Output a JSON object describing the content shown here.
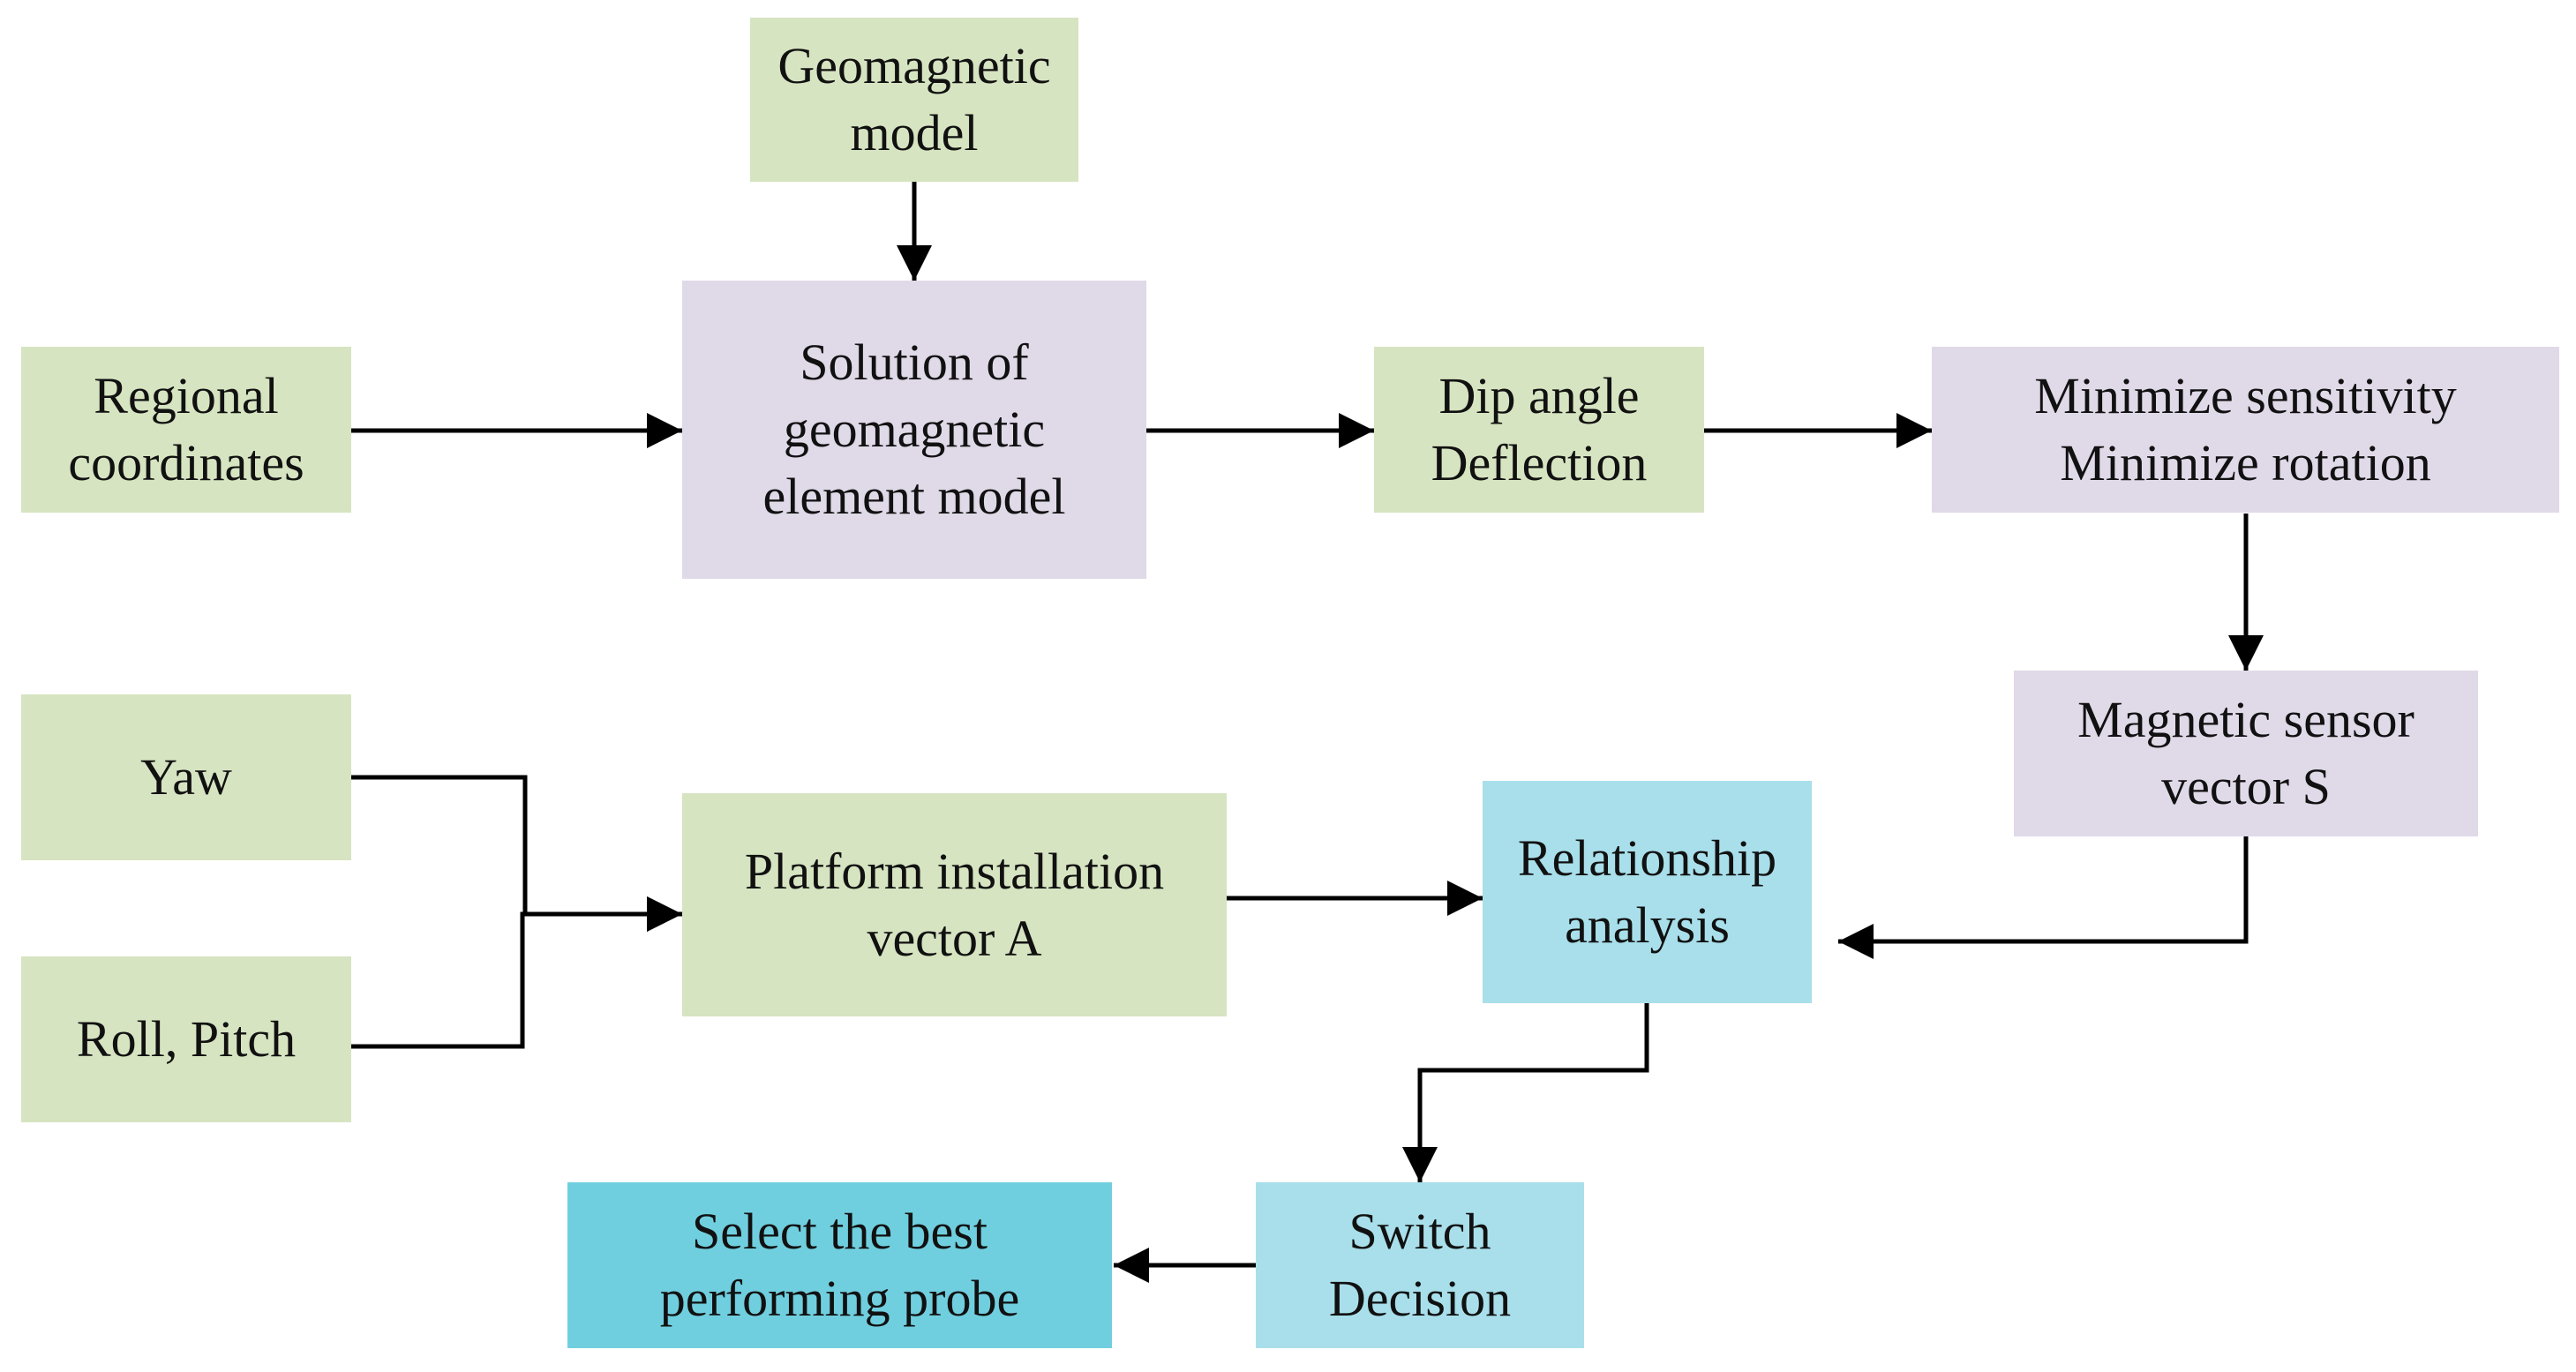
{
  "diagram": {
    "nodes": {
      "geomagnetic_model": {
        "lines": [
          "Geomagnetic",
          "model"
        ],
        "color": "#d6e4c1"
      },
      "solution": {
        "lines": [
          "Solution of",
          "geomagnetic",
          "element model"
        ],
        "color": "#e0d9e8"
      },
      "regional": {
        "lines": [
          "Regional",
          "coordinates"
        ],
        "color": "#d6e4c1"
      },
      "dip": {
        "lines": [
          "Dip angle",
          "Deflection"
        ],
        "color": "#d6e4c1"
      },
      "minimize": {
        "lines": [
          "Minimize sensitivity",
          "Minimize rotation"
        ],
        "color": "#e0d9e8"
      },
      "magnetic": {
        "lines": [
          "Magnetic sensor",
          "vector S"
        ],
        "color": "#e0d9e8"
      },
      "yaw": {
        "lines": [
          "Yaw"
        ],
        "color": "#d6e4c1"
      },
      "roll": {
        "lines": [
          "Roll, Pitch"
        ],
        "color": "#d6e4c1"
      },
      "platform": {
        "lines": [
          "Platform installation",
          "vector A"
        ],
        "color": "#d6e4c1"
      },
      "relationship": {
        "lines": [
          "Relationship",
          "analysis"
        ],
        "color": "#a8dfea"
      },
      "switch": {
        "lines": [
          "Switch",
          "Decision"
        ],
        "color": "#a8dfea"
      },
      "select": {
        "lines": [
          "Select the best",
          "performing probe"
        ],
        "color": "#70cfdf"
      }
    },
    "edges": [
      {
        "from": "geomagnetic_model",
        "to": "solution"
      },
      {
        "from": "regional",
        "to": "solution"
      },
      {
        "from": "solution",
        "to": "dip"
      },
      {
        "from": "dip",
        "to": "minimize"
      },
      {
        "from": "minimize",
        "to": "magnetic"
      },
      {
        "from": "yaw",
        "to": "platform"
      },
      {
        "from": "roll",
        "to": "platform"
      },
      {
        "from": "platform",
        "to": "relationship"
      },
      {
        "from": "magnetic",
        "to": "relationship"
      },
      {
        "from": "relationship",
        "to": "switch"
      },
      {
        "from": "switch",
        "to": "select"
      }
    ]
  }
}
